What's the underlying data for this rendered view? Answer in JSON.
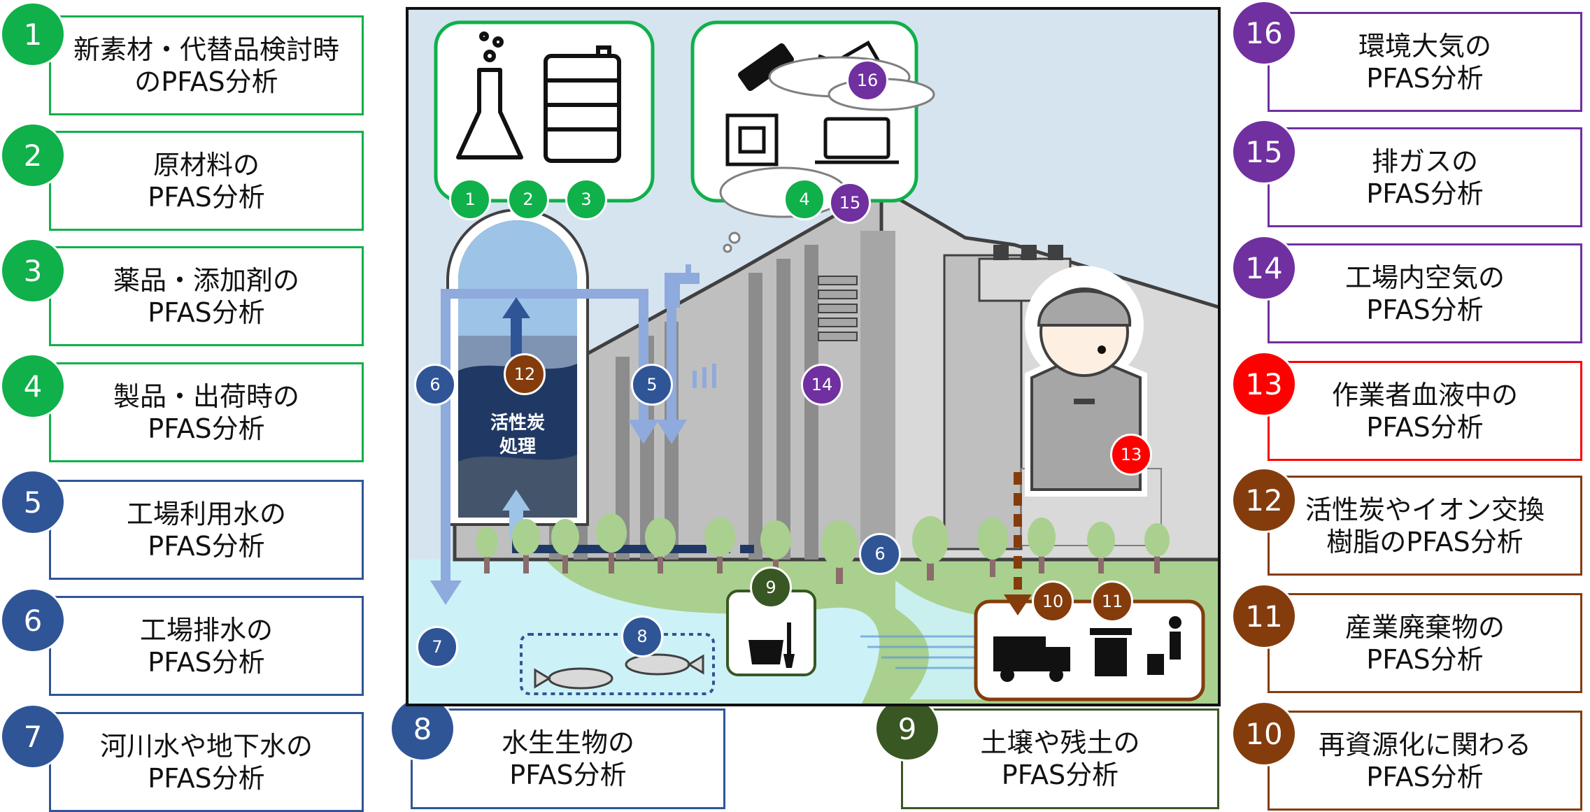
{
  "colors": {
    "green": "#10b04a",
    "blue": "#2f5597",
    "purple": "#7030a0",
    "red": "#ff0000",
    "brown": "#843c0c",
    "dark_green": "#385723",
    "sky": "#d6e4f0",
    "water": "#ccf2f8",
    "grass": "#a9d08e"
  },
  "left_items": [
    {
      "num": "1",
      "text": "新素材・代替品検討時\nのPFAS分析",
      "color": "green"
    },
    {
      "num": "2",
      "text": "原材料の\nPFAS分析",
      "color": "green"
    },
    {
      "num": "3",
      "text": "薬品・添加剤の\nPFAS分析",
      "color": "green"
    },
    {
      "num": "4",
      "text": "製品・出荷時の\nPFAS分析",
      "color": "green"
    },
    {
      "num": "5",
      "text": "工場利用水の\nPFAS分析",
      "color": "blue"
    },
    {
      "num": "6",
      "text": "工場排水の\nPFAS分析",
      "color": "blue"
    },
    {
      "num": "7",
      "text": "河川水や地下水の\nPFAS分析",
      "color": "blue"
    }
  ],
  "right_items": [
    {
      "num": "16",
      "text": "環境大気の\nPFAS分析",
      "color": "purple"
    },
    {
      "num": "15",
      "text": "排ガスの\nPFAS分析",
      "color": "purple"
    },
    {
      "num": "14",
      "text": "工場内空気の\nPFAS分析",
      "color": "purple"
    },
    {
      "num": "13",
      "text": "作業者血液中の\nPFAS分析",
      "color": "red"
    },
    {
      "num": "12",
      "text": "活性炭やイオン交換\n樹脂のPFAS分析",
      "color": "brown"
    },
    {
      "num": "11",
      "text": "産業廃棄物の\nPFAS分析",
      "color": "brown"
    },
    {
      "num": "10",
      "text": "再資源化に関わる\nPFAS分析",
      "color": "brown"
    }
  ],
  "bottom_items": [
    {
      "num": "8",
      "text": "水生生物の\nPFAS分析",
      "color": "blue"
    },
    {
      "num": "9",
      "text": "土壌や残土の\nPFAS分析",
      "color": "dark_green"
    }
  ],
  "scene": {
    "carbon_label": "活性炭\n処理",
    "badges": [
      {
        "num": "1",
        "color": "green"
      },
      {
        "num": "2",
        "color": "green"
      },
      {
        "num": "3",
        "color": "green"
      },
      {
        "num": "4",
        "color": "green"
      },
      {
        "num": "16",
        "color": "purple"
      },
      {
        "num": "15",
        "color": "purple"
      },
      {
        "num": "14",
        "color": "purple"
      },
      {
        "num": "12",
        "color": "brown"
      },
      {
        "num": "6",
        "color": "blue"
      },
      {
        "num": "5",
        "color": "blue"
      },
      {
        "num": "13",
        "color": "red"
      },
      {
        "num": "6",
        "color": "blue"
      },
      {
        "num": "9",
        "color": "dark_green"
      },
      {
        "num": "10",
        "color": "brown"
      },
      {
        "num": "11",
        "color": "brown"
      },
      {
        "num": "7",
        "color": "blue"
      },
      {
        "num": "8",
        "color": "blue"
      }
    ]
  },
  "icons": [
    "flask-icon",
    "drum-icon",
    "usb-icon",
    "cart-icon",
    "chip-icon",
    "laptop-icon",
    "bucket-shovel-icon",
    "dump-truck-icon",
    "trash-can-icon",
    "person-trash-icon",
    "fish-icon",
    "worker-icon",
    "cloud-icon"
  ]
}
